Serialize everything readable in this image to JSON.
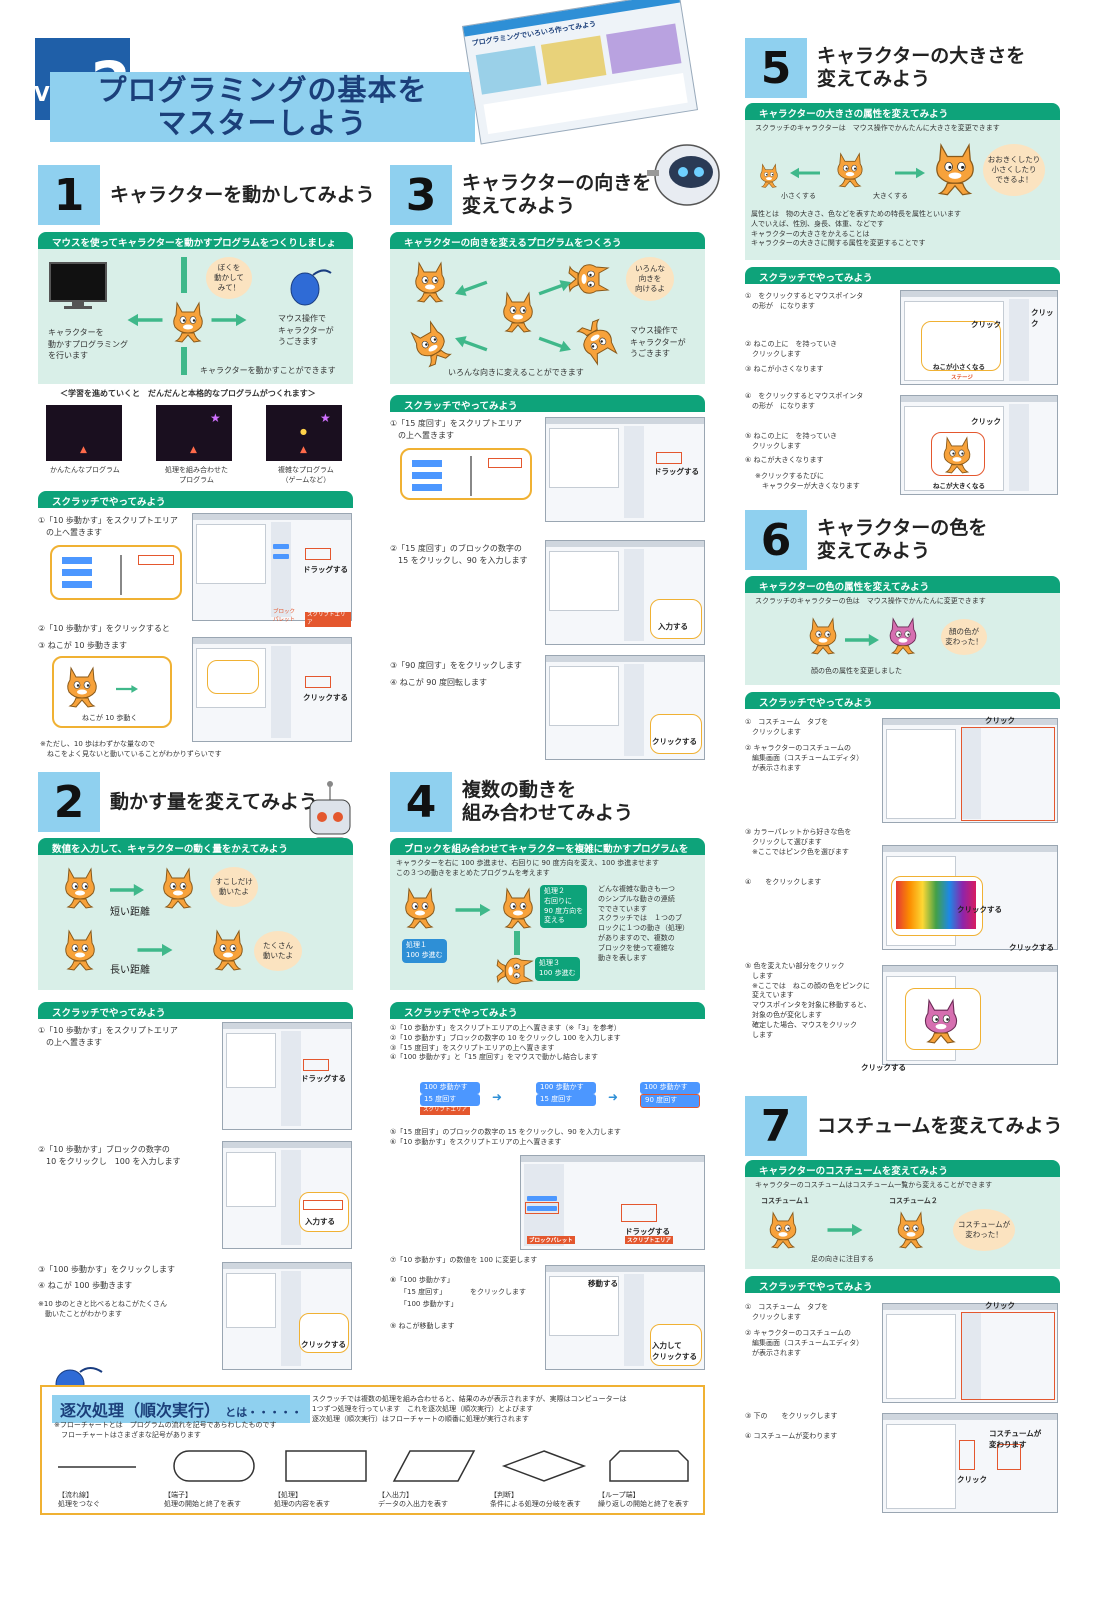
{
  "header": {
    "vol": "VOL.",
    "num": "2",
    "title_line1": "プログラミングの基本を",
    "title_line2": "マスターしよう",
    "site_thumb_title": "プログラミングでいろいろ作ってみよう"
  },
  "s1": {
    "num": "1",
    "title": "キャラクターを動かしてみよう",
    "bar": "マウスを使ってキャラクターを動かすプログラムをつくりしましょう",
    "bubble": "ぼくを\n動かして\nみて！",
    "left_text": "キャラクターを\n動かすプログラミング\nを行います",
    "mouse_text": "マウス操作で\nキャラクターが\nうごきます",
    "bottom_text": "キャラクターを動かすことができます",
    "learn_head": "＜学習を進めていくと　だんだんと本格的なプログラムがつくれます＞",
    "thumbs": [
      "かんたんなプログラム",
      "処理を組み合わせた\nプログラム",
      "複雑なプログラム\n（ゲームなど）"
    ],
    "scratch_bar": "スクラッチでやってみよう",
    "step1": "①「10 歩動かす」をスクリプトエリア\n　の上へ置きます",
    "drag": "ドラッグする",
    "palette_lbl": "ブロック\nパレット",
    "script_lbl": "スクリプトエリア",
    "step2": "②「10 歩動かす」をクリックすると",
    "step3": "③ ねこが 10 歩動きます",
    "cat_moves": "ねこが 10 歩動く",
    "click": "クリックする",
    "note": "※ただし、10 歩はわずかな量なので\n　ねこをよく見ないと動いていることがわかりずらいです"
  },
  "s2": {
    "num": "2",
    "title": "動かす量を変えてみよう",
    "bar": "数値を入力して、キャラクターの動く量をかえてみよう",
    "short": "短い距離",
    "long": "長い距離",
    "bubble1": "すこしだけ\n動いたよ",
    "bubble2": "たくさん\n動いたよ",
    "scratch_bar": "スクラッチでやってみよう",
    "step1": "①「10 歩動かす」をスクリプトエリア\n　の上へ置きます",
    "drag": "ドラッグする",
    "step2": "②「10 歩動かす」ブロックの数字の\n　10 をクリックし　100 を入力します",
    "input": "入力する",
    "step3": "③「100 歩動かす」をクリックします",
    "step4": "④ ねこが 100 歩動きます",
    "note": "※10 歩のときと比べるとねこがたくさん\n　動いたことがわかります",
    "click": "クリックする"
  },
  "s3": {
    "num": "3",
    "title_line1": "キャラクターの向きを",
    "title_line2": "変えてみよう",
    "bar": "キャラクターの向きを変えるプログラムをつくろう",
    "bubble": "いろんな\n向きを\n向けるよ",
    "mouse_text": "マウス操作で\nキャラクターが\nうごきます",
    "bottom_text": "いろんな向きに変えることができます",
    "scratch_bar": "スクラッチでやってみよう",
    "step1": "①「15 度回す」をスクリプトエリア\n　の上へ置きます",
    "drag": "ドラッグする",
    "step2": "②「15 度回す」のブロックの数字の\n　15 をクリックし、90 を入力します",
    "input": "入力する",
    "step3": "③「90 度回す」ををクリックします",
    "step4": "④ ねこが 90 度回転します",
    "click": "クリックする"
  },
  "s4": {
    "num": "4",
    "title_line1": "複数の動きを",
    "title_line2": "組み合わせてみよう",
    "bar": "ブロックを組み合わせてキャラクターを複雑に動かすプログラムを作ろう",
    "intro": "キャラクターを右に 100 歩進ませ、右回りに 90 度方向を変え、100 歩進ませます\nこの３つの動きをまとめたプログラムを考えます",
    "proc1": "処理１\n100 歩進む",
    "proc2": "処理２\n右回りに\n90 度方向を\n変える",
    "proc3": "処理３\n100 歩進む",
    "explain": "どんな複雑な動きも一つ\nのシンプルな動きの連続\nでできています\nスクラッチでは　１つのブ\nロックに１つの動き（処理）\nがありますので、複数の\nブロックを使って複雑な\n動きを表します",
    "scratch_bar": "スクラッチでやってみよう",
    "steps": "①「10 歩動かす」をスクリプトエリアの上へ置きます（※「3」を参考）\n②「10 歩動かす」ブロックの数字の 10 をクリックし 100 を入力します\n③「15 度回す」をスクリプトエリアの上へ置きます\n④「100 歩動かす」と「15 度回す」をマウスで動かし結合します",
    "step56": "⑤「15 度回す」のブロックの数字の 15 をクリックし、90 を入力します\n⑥「10 歩動かす」をスクリプトエリアの上へ置きます",
    "script_lbl": "スクリプトエリア",
    "palette_lbl": "ブロックパレット",
    "drag": "ドラッグする",
    "step7": "⑦「10 歩動かす」の数値を 100 に変更します",
    "step8a": "⑧「100 歩動かす」",
    "step8b": "「15 度回す」",
    "step8c": "「100 歩動かす」",
    "step8d": "をクリックします",
    "step9": "⑨ ねこが移動します",
    "move": "移動する",
    "input_click": "入力して\nクリックする",
    "blk_move100": "100 歩動かす",
    "blk_turn15": "15 度回す",
    "blk_turn90": "90 度回す"
  },
  "s5": {
    "num": "5",
    "title_line1": "キャラクターの大きさを",
    "title_line2": "変えてみよう",
    "bar": "キャラクターの大きさの属性を変えてみよう",
    "intro": "スクラッチのキャラクターは　マウス操作でかんたんに大きさを変更できます",
    "small": "小さくする",
    "big": "大きくする",
    "bubble": "おおきくしたり\n小さくしたり\nできるよ！",
    "attr": "属性とは　物の大きさ、色などを表すための特長を属性といいます\n人でいえば、性別、身長、体重、などです\nキャラクターの大きさをかえることは\nキャラクターの大きさに関する属性を変更することです",
    "scratch_bar": "スクラッチでやってみよう",
    "step1": "①　をクリックするとマウスポインタ\n　の形が　になります",
    "step2": "② ねこの上に　を持っていき\n　クリックします",
    "step3": "③ ねこが小さくなります",
    "step4": "④　をクリックするとマウスポインタ\n　の形が　になります",
    "step5": "⑤ ねこの上に　を持っていき\n　クリックします",
    "step6": "⑥ ねこが大きくなります",
    "note": "※クリックするたびに\n　キャラクターが大きくなります",
    "click": "クリック",
    "smaller": "ねこが小さくなる",
    "bigger": "ねこが大きくなる",
    "stage": "ステージ"
  },
  "s6": {
    "num": "6",
    "title_line1": "キャラクターの色を",
    "title_line2": "変えてみよう",
    "bar": "キャラクターの色の属性を変えてみよう",
    "intro": "スクラッチのキャラクターの色は　マウス操作でかんたんに変更できます",
    "bubble": "顔の色が\n変わった！",
    "caption": "顔の色の属性を変更しました",
    "scratch_bar": "スクラッチでやってみよう",
    "step1": "①　コスチューム　タブを\n　クリックします",
    "step2": "② キャラクターのコスチュームの\n　編集画面（コスチュームエディタ）\n　が表示されます",
    "step3": "③ カラーパレットから好きな色を\n　クリックして選びます\n　※ここではピンク色を選びます",
    "step4": "④　　をクリックします",
    "step5": "⑤ 色を変えたい部分をクリック\n　します\n　※ここでは　ねこの顔の色をピンクに\n　変えています\n　マウスポインタを対象に移動すると、\n　対象の色が変化します\n　確定した場合、マウスをクリック\n　します",
    "click": "クリック",
    "click2": "クリックする"
  },
  "s7": {
    "num": "7",
    "title": "コスチュームを変えてみよう",
    "bar": "キャラクターのコスチュームを変えてみよう",
    "intro": "キャラクターのコスチュームはコスチューム一覧から変えることができます",
    "c1": "コスチューム１",
    "c2": "コスチューム２",
    "bubble": "コスチュームが\n変わった！",
    "foot": "足の向きに注目する",
    "scratch_bar": "スクラッチでやってみよう",
    "step1": "①　コスチューム　タブを\n　クリックします",
    "step2": "② キャラクターのコスチュームの\n　編集画面（コスチュームエディタ）\n　が表示されます",
    "step3": "③ 下の　　をクリックします",
    "step4": "④ コスチュームが変わります",
    "click": "クリック",
    "changes": "コスチュームが\n変わります"
  },
  "bottom": {
    "title": "逐次処理（順次実行）",
    "towa": "とは・・・・・",
    "note": "※フローチャートとは　プログラムの流れを記号であらわしたものです\n　フローチャートはさまざまな記号があります",
    "desc": "スクラッチでは複数の処理を組み合わせると、結果のみが表示されますが、実際はコンピューターは\n1つずつ処理を行っています　これを逐次処理（順次実行）とよびます\n逐次処理（順次実行）はフローチャートの順番に処理が実行されます",
    "shapes": [
      {
        "name": "【流れ線】",
        "desc": "処理をつなぐ"
      },
      {
        "name": "【端子】",
        "desc": "処理の開始と終了を表す"
      },
      {
        "name": "【処理】",
        "desc": "処理の内容を表す"
      },
      {
        "name": "【入出力】",
        "desc": "データの入出力を表す"
      },
      {
        "name": "【判断】",
        "desc": "条件による処理の分岐を表す"
      },
      {
        "name": "【ループ端】",
        "desc": "繰り返しの開始と終了を表す"
      }
    ]
  },
  "colors": {
    "accent_blue": "#8fd0ef",
    "green": "#0ea37a",
    "mint": "#d9efe8",
    "orange": "#f0b133",
    "navy": "#1f5fa8"
  }
}
